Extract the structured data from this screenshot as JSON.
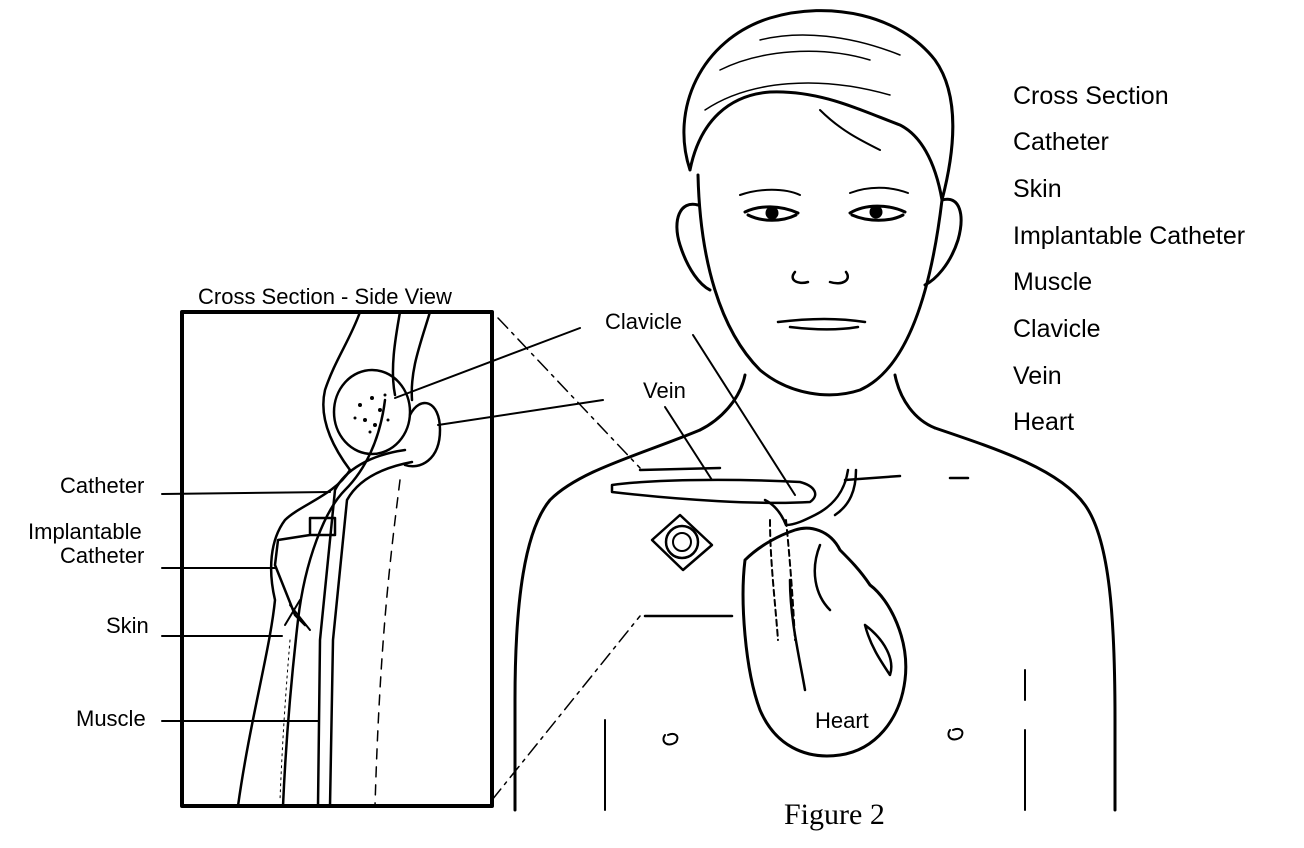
{
  "inset": {
    "title": "Cross Section - Side View"
  },
  "labels": {
    "catheter": "Catheter",
    "implantable_catheter_line1": "Implantable",
    "implantable_catheter_line2": "Catheter",
    "skin": "Skin",
    "muscle": "Muscle",
    "clavicle": "Clavicle",
    "vein": "Vein",
    "heart": "Heart"
  },
  "legend": [
    "Cross Section",
    "Catheter",
    "Skin",
    "Implantable Catheter",
    "Muscle",
    "Clavicle",
    "Vein",
    "Heart"
  ],
  "caption": "Figure 2"
}
